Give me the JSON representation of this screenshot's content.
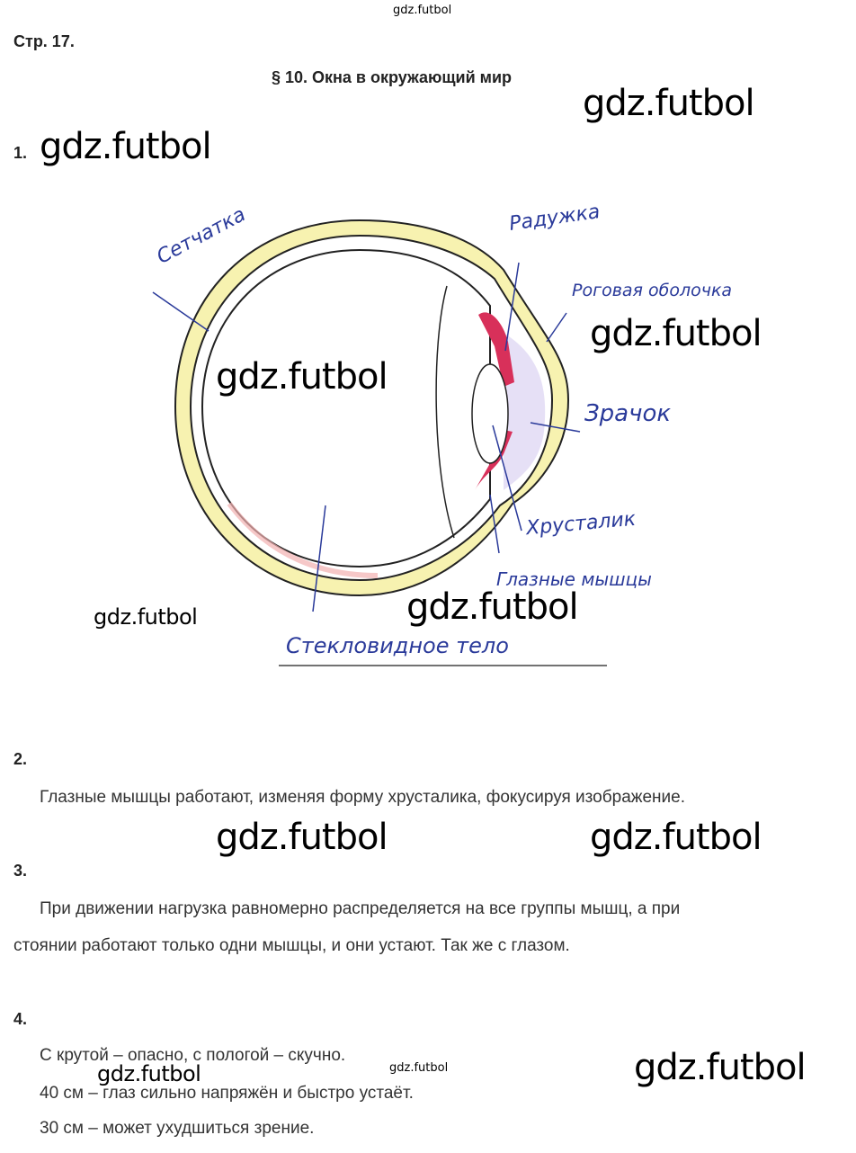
{
  "header": {
    "page": "Стр. 17.",
    "section_title": "§ 10. Окна в окружающий мир"
  },
  "watermark": "gdz.futbol",
  "tasks": [
    {
      "number": "1."
    },
    {
      "number": "2.",
      "lines": [
        "Глазные мышцы работают, изменяя форму хрусталика, фокусируя изображение."
      ]
    },
    {
      "number": "3.",
      "lines": [
        "При движении нагрузка равномерно распределяется на все группы мышц, а при",
        "стоянии работают только одни мышцы, и они устают. Так же с глазом."
      ]
    },
    {
      "number": "4.",
      "lines": [
        "С крутой – опасно, с пологой – скучно.",
        "40 см – глаз сильно напряжён и быстро устаёт.",
        "30 см – может ухудшиться зрение."
      ]
    }
  ],
  "diagram": {
    "labels": {
      "retina": "Сетчатка",
      "iris": "Радужка",
      "cornea": "Роговая оболочка",
      "pupil": "Зрачок",
      "lens": "Хрусталик",
      "muscles": "Глазные мышцы",
      "vitreous": "Стекловидное тело"
    },
    "colors": {
      "ink": "#2a3a9a",
      "iris": "#d8305a",
      "sclera": "#f5efa0",
      "cornea": "#d8d0f0"
    }
  }
}
